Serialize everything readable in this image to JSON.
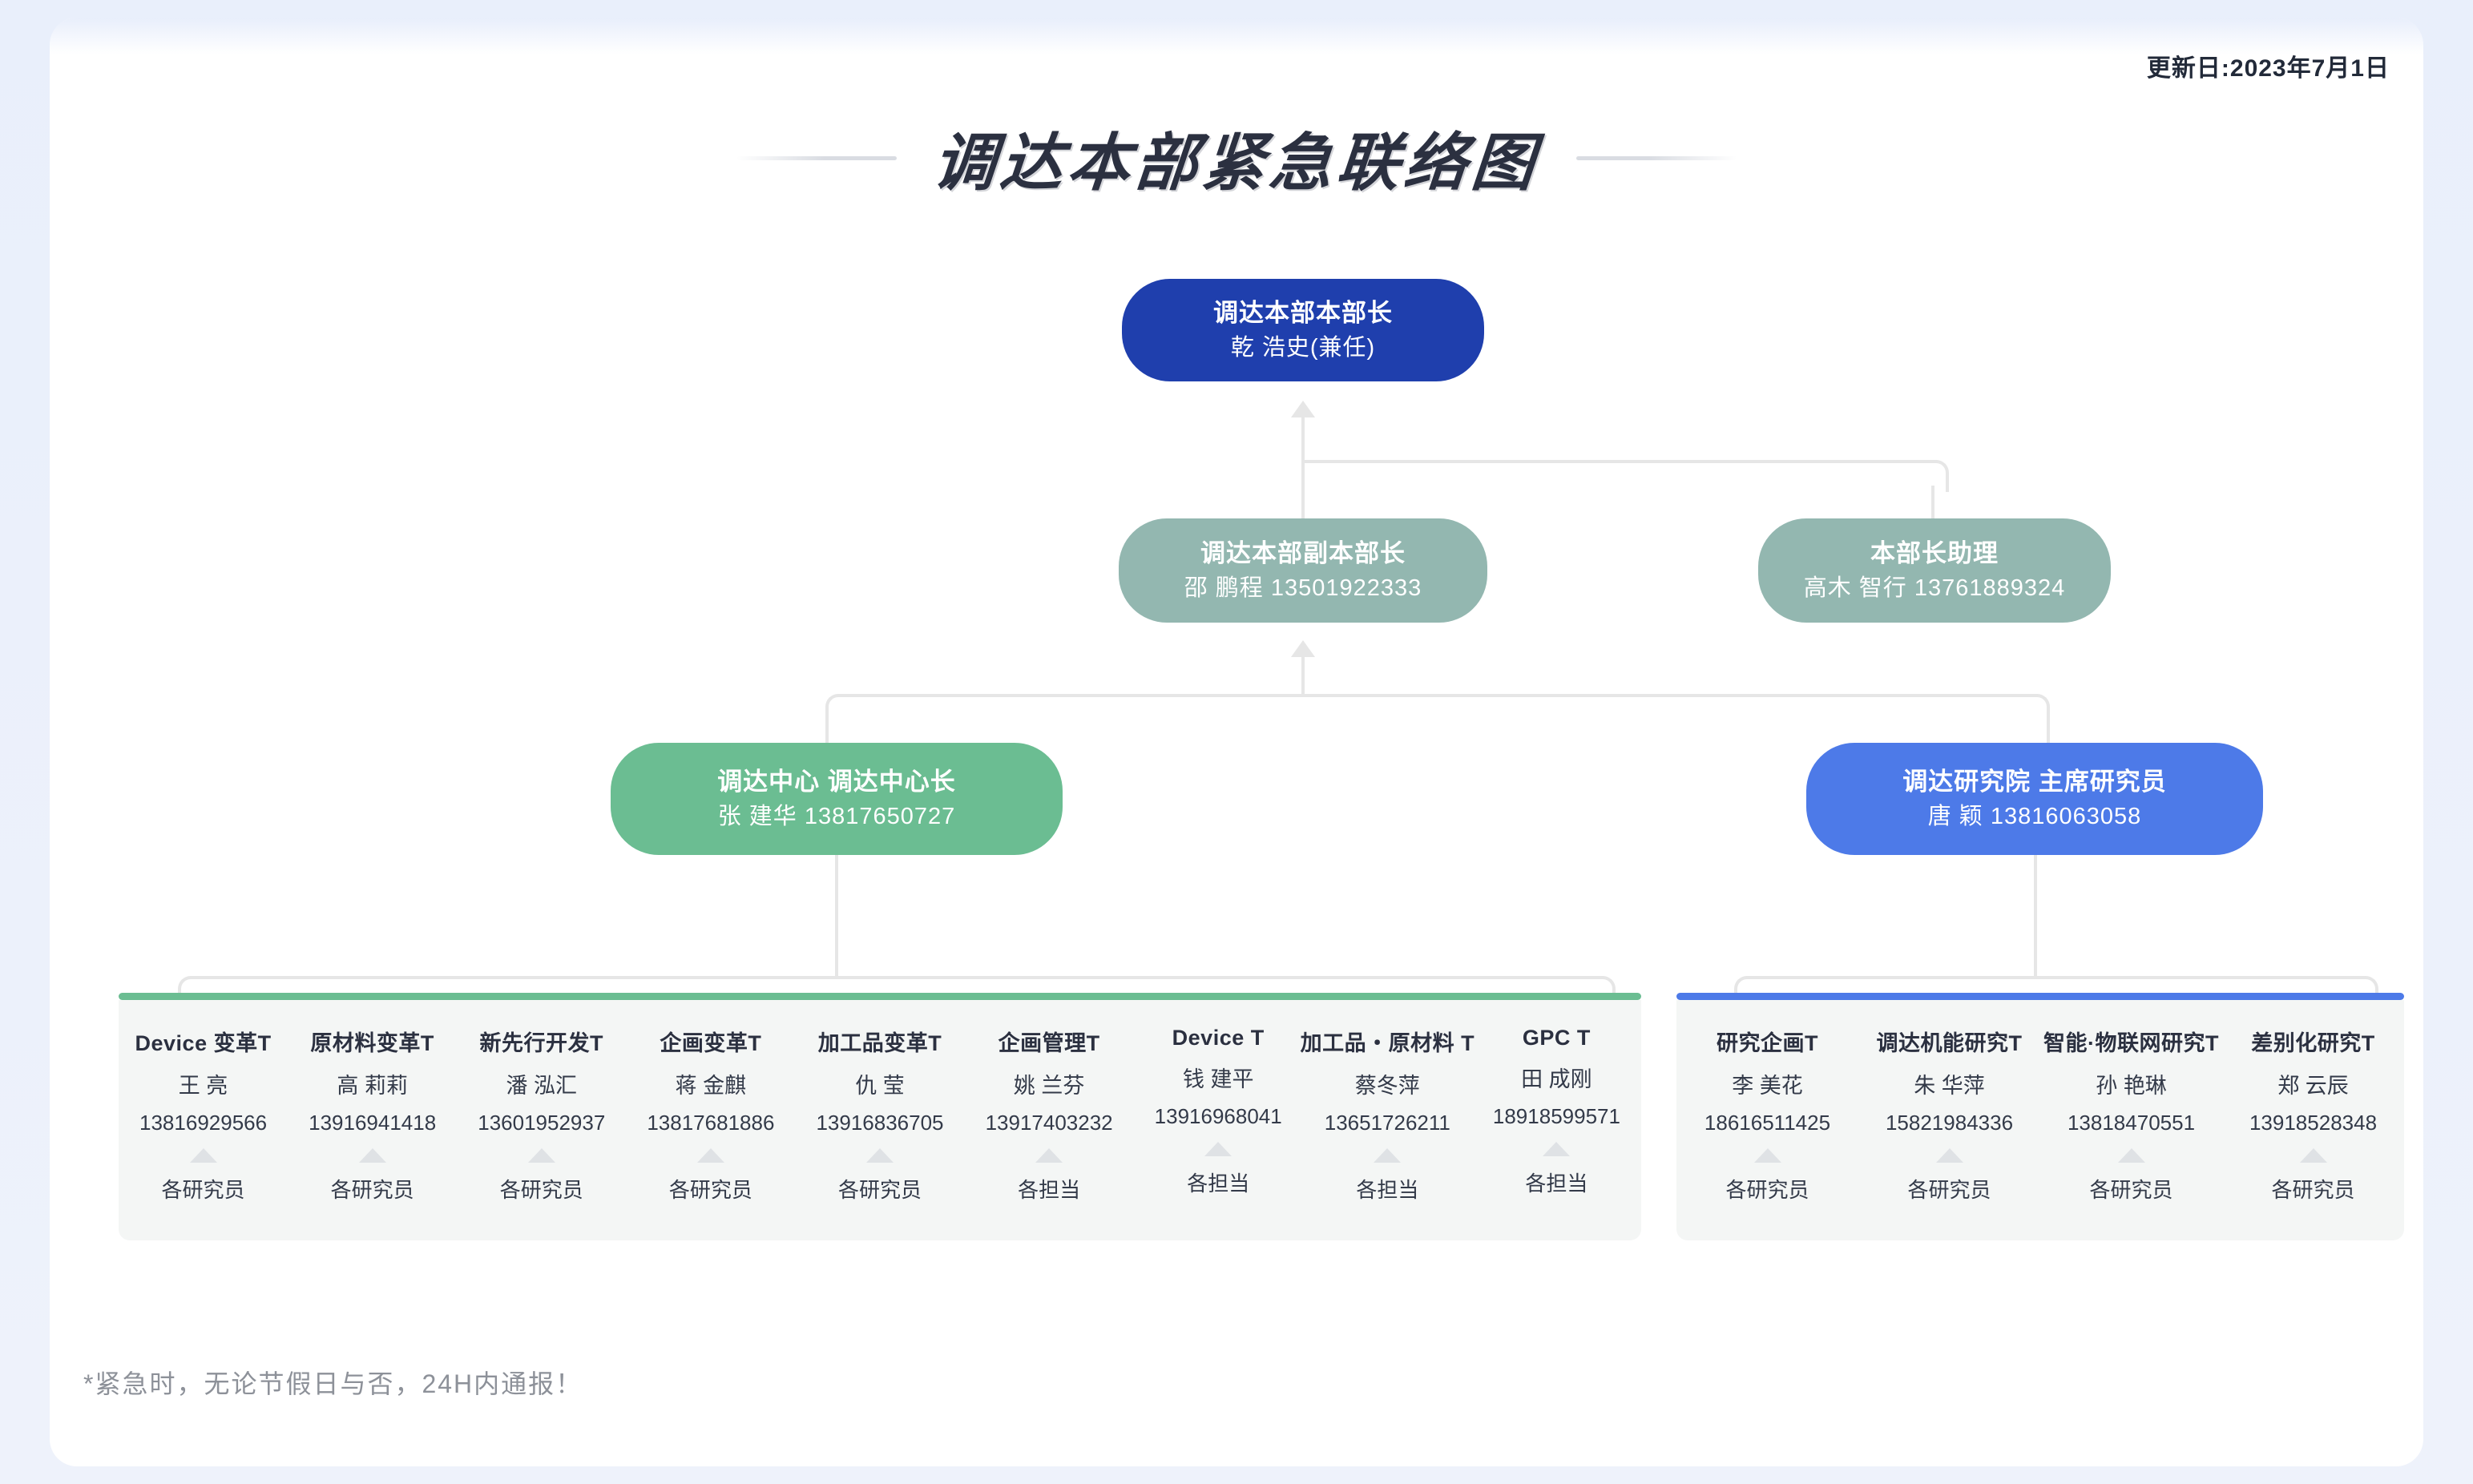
{
  "header": {
    "update_date": "更新日:2023年7月1日",
    "title": "调达本部紧急联络图"
  },
  "nodes": {
    "director": {
      "title": "调达本部本部长",
      "person": "乾 浩史(兼任)",
      "color": "#1f3fad"
    },
    "deputy": {
      "title": "调达本部副本部长",
      "person": "邵 鹏程 13501922333",
      "color": "#93b7b0"
    },
    "assistant": {
      "title": "本部长助理",
      "person": "高木 智行 13761889324",
      "color": "#93b7b0"
    },
    "center": {
      "title": "调达中心 调达中心长",
      "person": "张 建华 13817650727",
      "color": "#6bbd92"
    },
    "institute": {
      "title": "调达研究院 主席研究员",
      "person": "唐 颖 13816063058",
      "color": "#4d7ae8"
    }
  },
  "groups": [
    {
      "id": "left",
      "accent": "#6bbd92",
      "members": [
        {
          "team": "Device 变革T",
          "name": "王 亮",
          "phone": "13816929566",
          "role": "各研究员"
        },
        {
          "team": "原材料变革T",
          "name": "高 莉莉",
          "phone": "13916941418",
          "role": "各研究员"
        },
        {
          "team": "新先行开发T",
          "name": "潘 泓汇",
          "phone": "13601952937",
          "role": "各研究员"
        },
        {
          "team": "企画变革T",
          "name": "蒋 金麒",
          "phone": "13817681886",
          "role": "各研究员"
        },
        {
          "team": "加工品变革T",
          "name": "仇 莹",
          "phone": "13916836705",
          "role": "各研究员"
        },
        {
          "team": "企画管理T",
          "name": "姚 兰芬",
          "phone": "13917403232",
          "role": "各担当"
        },
        {
          "team": "Device T",
          "name": "钱 建平",
          "phone": "13916968041",
          "role": "各担当"
        },
        {
          "team": "加工品・原材料 T",
          "name": "蔡冬萍",
          "phone": "13651726211",
          "role": "各担当"
        },
        {
          "team": "GPC T",
          "name": "田 成刚",
          "phone": "18918599571",
          "role": "各担当"
        }
      ]
    },
    {
      "id": "right",
      "accent": "#4d7ae8",
      "members": [
        {
          "team": "研究企画T",
          "name": "李 美花",
          "phone": "18616511425",
          "role": "各研究员"
        },
        {
          "team": "调达机能研究T",
          "name": "朱 华萍",
          "phone": "15821984336",
          "role": "各研究员"
        },
        {
          "team": "智能·物联网研究T",
          "name": "孙 艳琳",
          "phone": "13818470551",
          "role": "各研究员"
        },
        {
          "team": "差别化研究T",
          "name": "郑 云辰",
          "phone": "13918528348",
          "role": "各研究员"
        }
      ]
    }
  ],
  "footnote": "*紧急时，无论节假日与否，24H内通报！"
}
